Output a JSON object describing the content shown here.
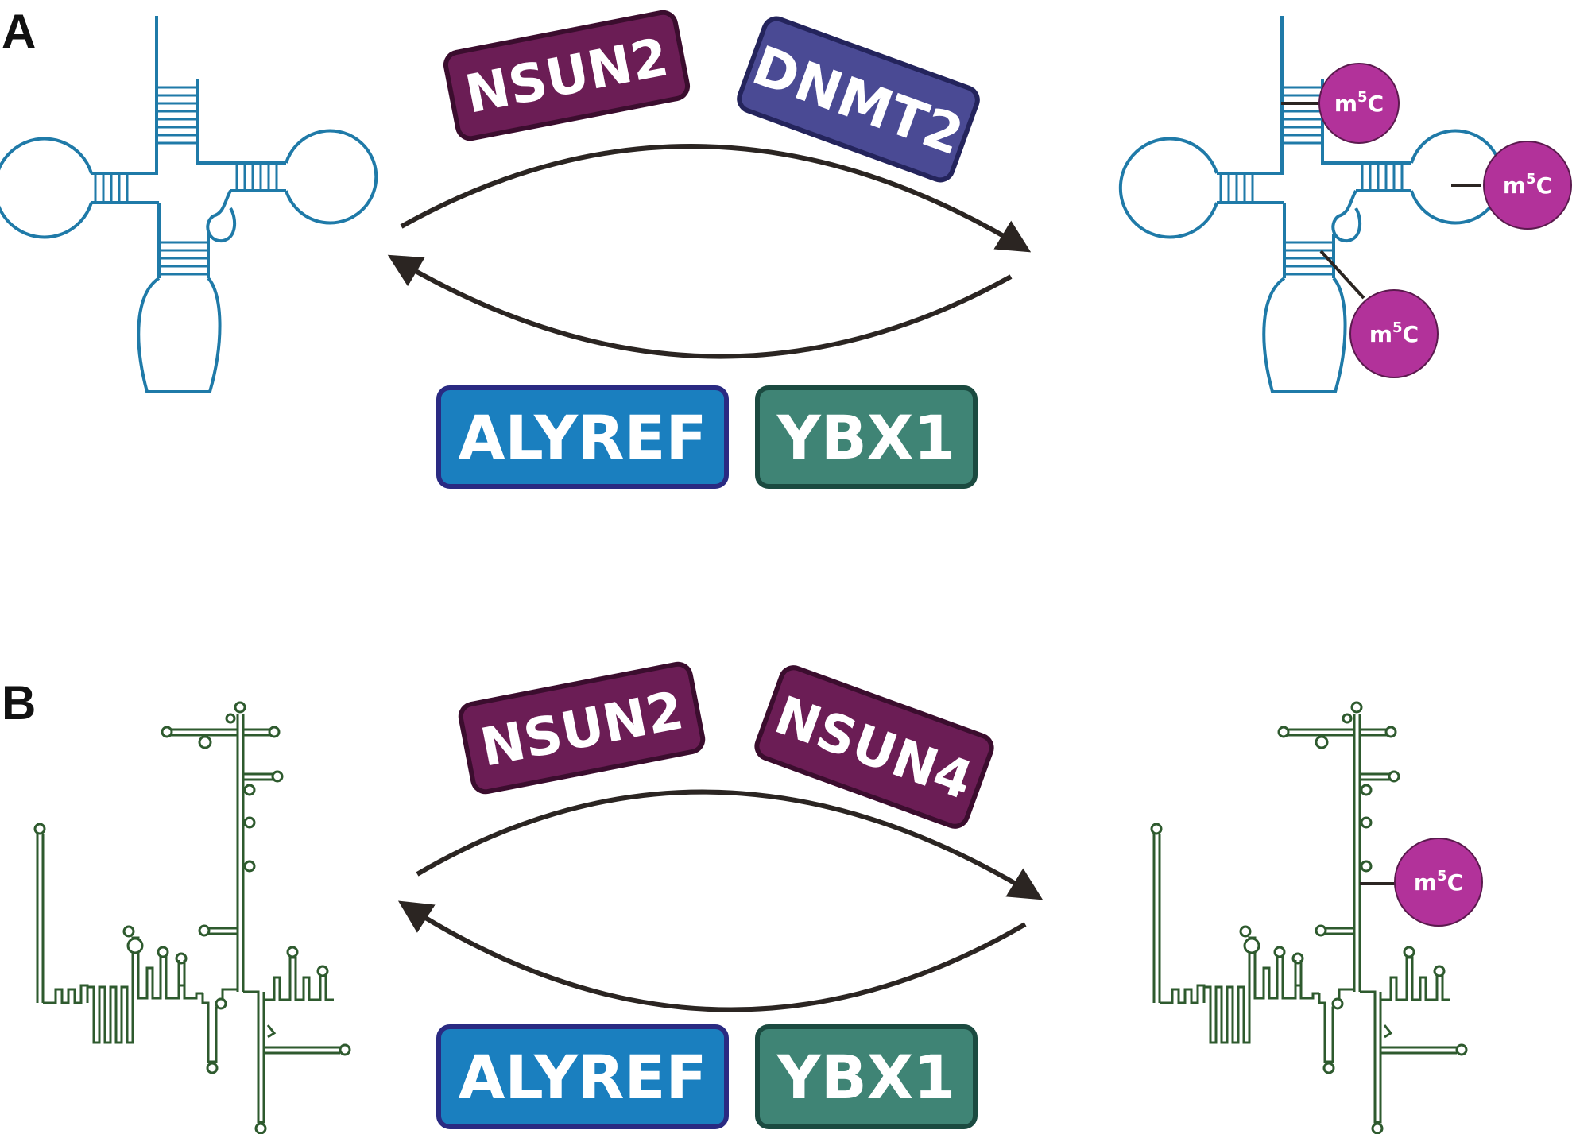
{
  "colors": {
    "trna": "#1f7aa8",
    "rna": "#2e5a2e",
    "arrow": "#2b2522",
    "nsun": "#6b1d55",
    "nsun_border": "#3b0d2e",
    "dnmt2": "#4a4a94",
    "dnmt2_border": "#24245c",
    "alyref": "#1a7fbf",
    "alyref_border": "#2a2a82",
    "ybx1": "#3f8475",
    "ybx1_border": "#1b4a40",
    "mark": "#b2329a",
    "mark_border": "#5b1a4e"
  },
  "panel_a": {
    "letter": "A",
    "writers": [
      "NSUN2",
      "DNMT2"
    ],
    "readers": [
      "ALYREF",
      "YBX1"
    ],
    "marks": [
      "m5C",
      "m5C",
      "m5C"
    ]
  },
  "panel_b": {
    "letter": "B",
    "writers": [
      "NSUN2",
      "NSUN4"
    ],
    "readers": [
      "ALYREF",
      "YBX1"
    ],
    "marks": [
      "m5C"
    ]
  }
}
